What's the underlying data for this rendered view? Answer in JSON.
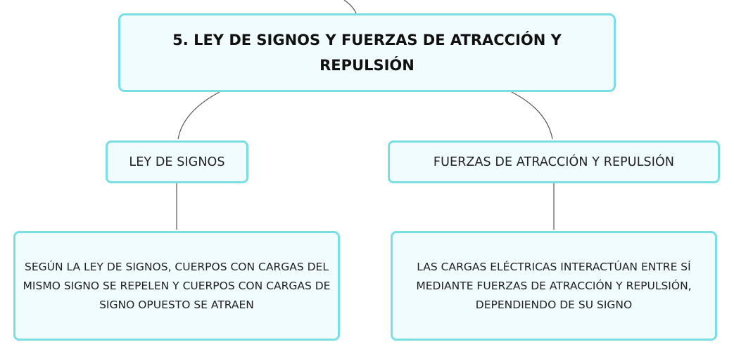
{
  "root_node": {
    "label": "5. LEY DE SIGNOS Y FUERZAS DE ATRACCIÓN Y REPULSIÓN"
  },
  "branches": [
    {
      "label": "LEY DE SIGNOS",
      "detail": "SEGÚN LA LEY DE SIGNOS, CUERPOS CON CARGAS DEL MISMO SIGNO SE REPELEN Y CUERPOS CON CARGAS DE SIGNO OPUESTO SE ATRAEN"
    },
    {
      "label": "FUERZAS DE ATRACCIÓN Y REPULSIÓN",
      "detail": "LAS CARGAS ELÉCTRICAS INTERACTÚAN ENTRE SÍ MEDIANTE FUERZAS DE ATRACCIÓN Y REPULSIÓN, DEPENDIENDO DE SU SIGNO"
    }
  ],
  "colors": {
    "node_border": "#7adee5",
    "node_fill": "#f0fcfd",
    "connector": "#555555"
  }
}
